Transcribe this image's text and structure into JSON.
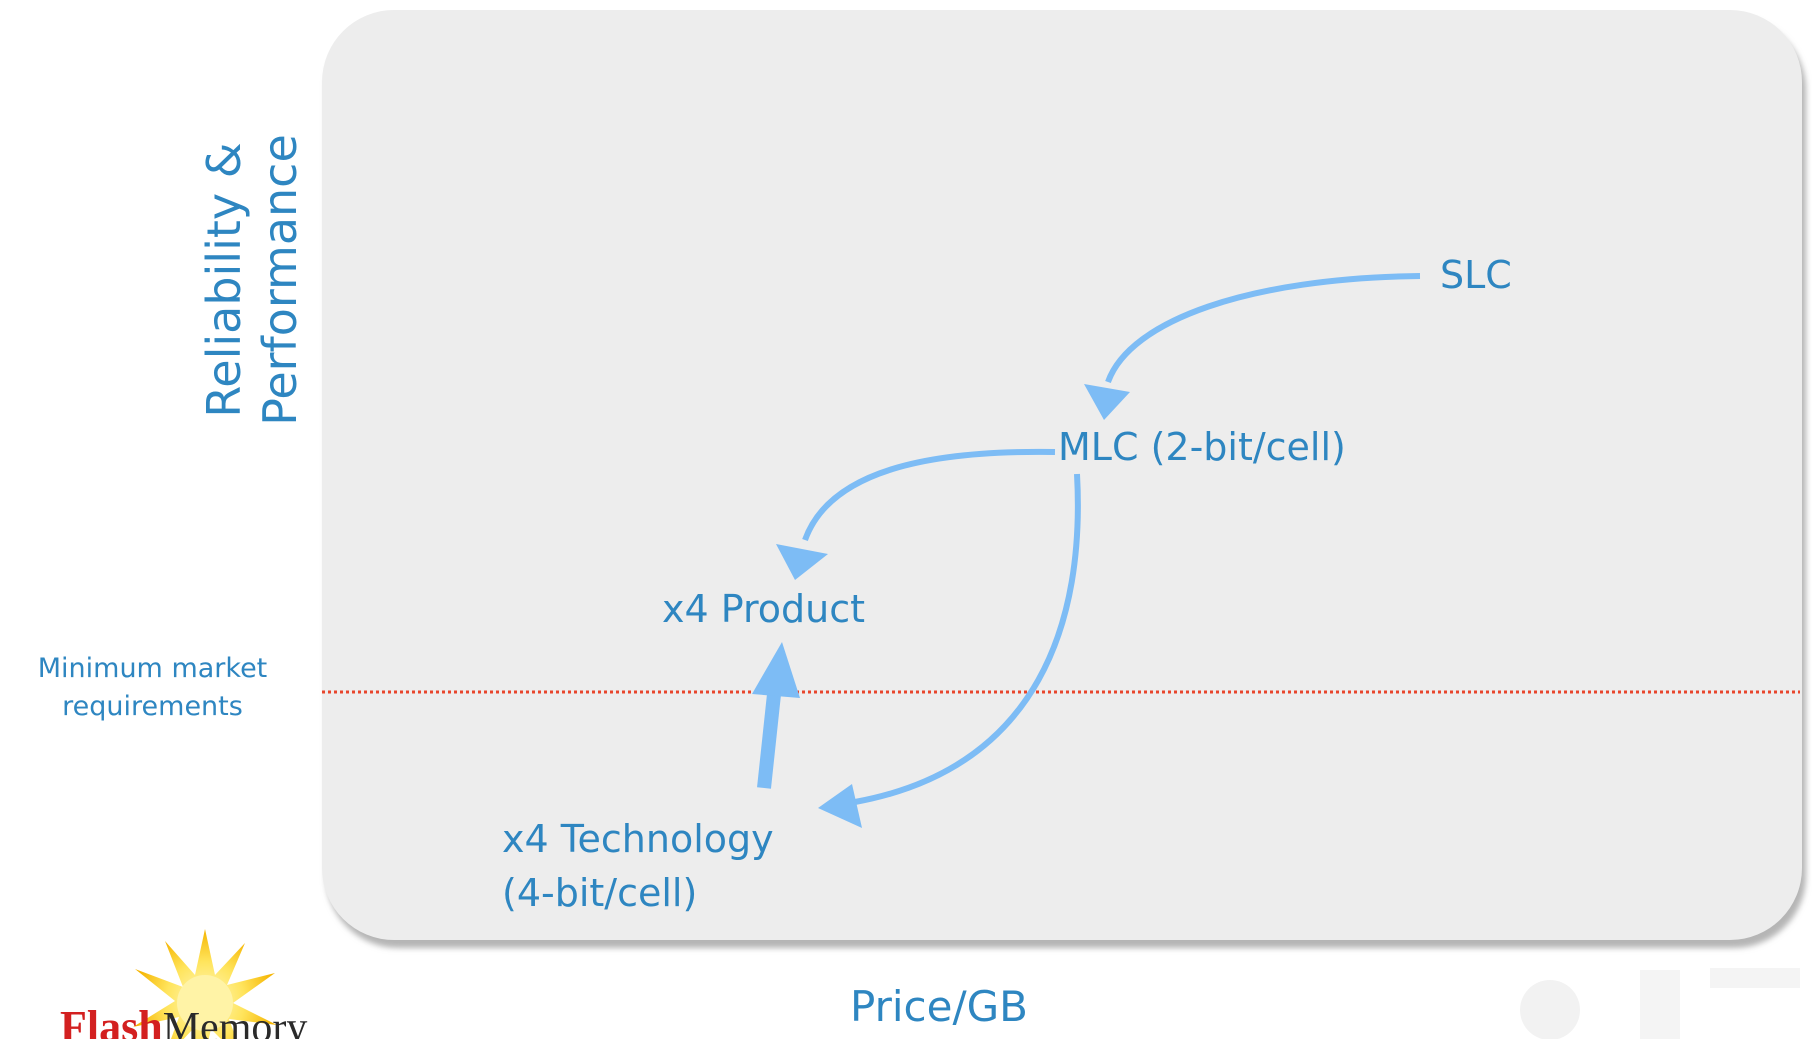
{
  "diagram": {
    "y_axis_label_lines": [
      "Reliability &",
      "Performance"
    ],
    "x_axis_label": "Price/GB",
    "threshold_label_lines": [
      "Minimum market",
      "requirements"
    ],
    "nodes": [
      {
        "id": "slc",
        "label_lines": [
          "SLC"
        ]
      },
      {
        "id": "mlc",
        "label_lines": [
          "MLC (2-bit/cell)"
        ]
      },
      {
        "id": "x4-product",
        "label_lines": [
          "x4 Product"
        ]
      },
      {
        "id": "x4-technology",
        "label_lines": [
          "x4 Technology",
          "(4-bit/cell)"
        ]
      }
    ],
    "arrows": [
      {
        "from": "slc",
        "to": "mlc"
      },
      {
        "from": "mlc",
        "to": "x4-product"
      },
      {
        "from": "mlc",
        "to": "x4-technology"
      },
      {
        "from": "x4-technology",
        "to": "x4-product"
      }
    ]
  },
  "logo": {
    "text_red": "Flash",
    "text_dark": "Memory"
  },
  "colors": {
    "label_text": "#2e86c1",
    "arrow": "#7dbcf5",
    "threshold_line": "#e8452c",
    "panel": "#ededed"
  }
}
